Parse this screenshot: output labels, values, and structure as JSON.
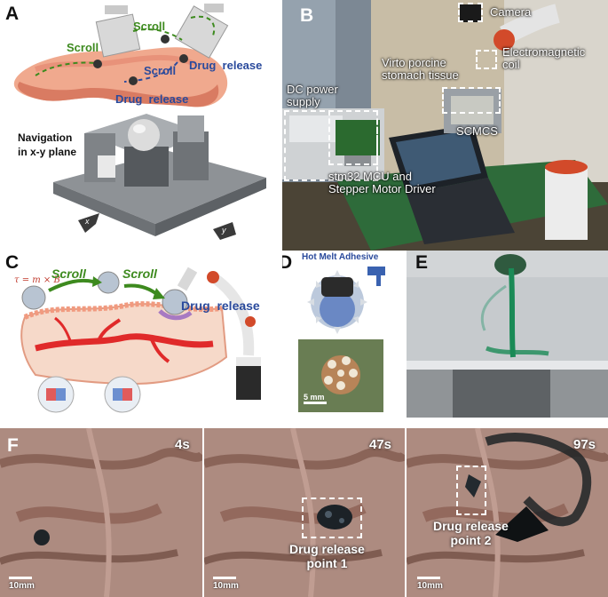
{
  "panels": {
    "a": {
      "label": "A",
      "scroll_1": "Scroll",
      "scroll_2": "Scroll",
      "scroll_3": "Scroll",
      "drug_release_1": "Drug  release",
      "drug_release_2": "Drug  release",
      "navigation": "Navigation",
      "plane": "in x-y plane",
      "axis_x": "x",
      "axis_y": "y"
    },
    "b": {
      "label": "B",
      "camera": "Camera",
      "electromagnetic_coil": "Electromagnetic\ncoil",
      "tissue": "Virto porcine\nstomach tissue",
      "dc_power": "DC power\nsupply",
      "scmcs": "SCMCS",
      "mcu": "stm32 MCU and\nStepper Motor Driver"
    },
    "c": {
      "label": "C",
      "equation": "τ = m × B",
      "scroll_1": "Scroll",
      "scroll_2": "Scroll",
      "drug_release": "Drug  release"
    },
    "d": {
      "label": "D",
      "hot_melt": "Hot Melt Adhesive",
      "scale": "5 mm"
    },
    "e": {
      "label": "E"
    },
    "f": {
      "label": "F",
      "frames": [
        {
          "time": "4s",
          "scale": "10mm",
          "annotation": ""
        },
        {
          "time": "47s",
          "scale": "10mm",
          "annotation": "Drug release\npoint 1"
        },
        {
          "time": "97s",
          "scale": "10mm",
          "annotation": "Drug release\npoint 2"
        }
      ]
    }
  }
}
